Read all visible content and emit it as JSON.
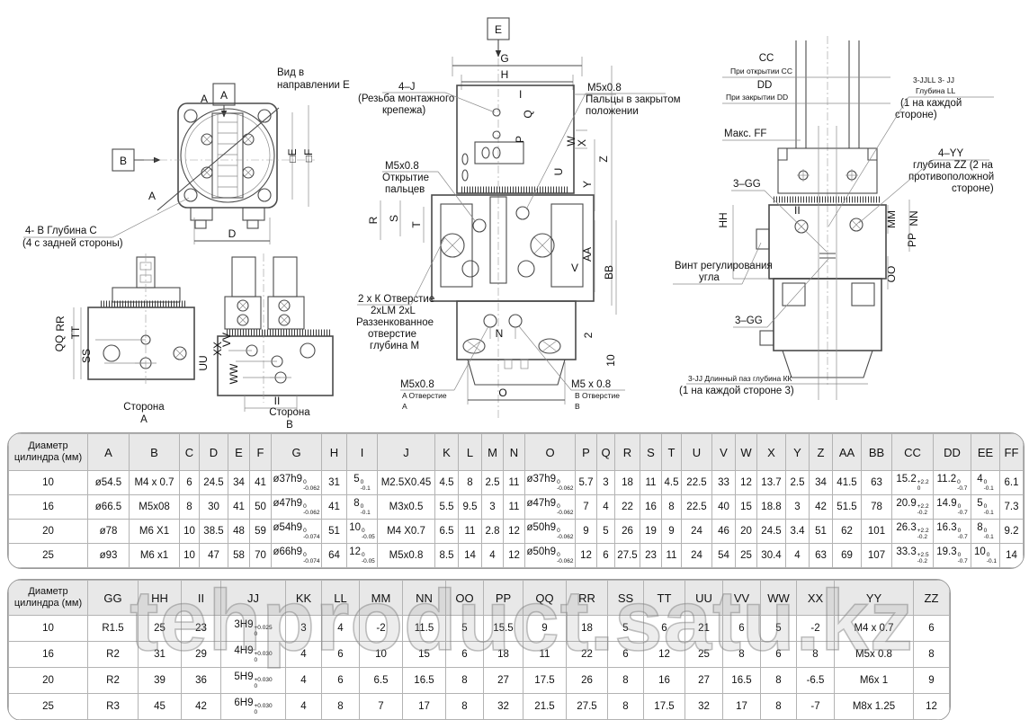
{
  "watermark": "tehproduct.satu.kz",
  "drawings": {
    "front": {
      "ref_a": "A",
      "ref_b": "B",
      "sec_a1": "A",
      "sec_a2": "A",
      "view_line1": "Вид в",
      "view_line2": "направлении E",
      "callout_line1": "4- В Глубина С",
      "callout_line2": "(4 с задней стороны)",
      "dim_d": "D",
      "dim_e": "□E",
      "dim_f": "□F"
    },
    "side_a": {
      "dim_qq": "QQ",
      "dim_rr": "RR",
      "dim_tt": "TT",
      "dim_ss": "SS",
      "title1": "Сторона",
      "title2": "А"
    },
    "side_b": {
      "dim_uu": "UU",
      "dim_xx": "XX",
      "dim_vv": "VV",
      "dim_ww": "WW",
      "dim_ii": "II",
      "title1": "Сторона",
      "title2": "В"
    },
    "elevation": {
      "ref_e": "E",
      "dim_g": "G",
      "dim_h": "H",
      "dim_i": "I",
      "dim_q": "Q",
      "dim_p": "P",
      "dim_w": "W",
      "dim_x": "X",
      "dim_z": "Z",
      "dim_u": "U",
      "dim_y": "Y",
      "dim_r": "R",
      "dim_s": "S",
      "dim_t": "T",
      "dim_v": "V",
      "dim_aa": "AA",
      "dim_bb": "BB",
      "dim_n": "N",
      "dim_o": "O",
      "dim_2": "2",
      "dim_10": "10",
      "callout_4j_1": "4–J",
      "callout_4j_2": "(Резьба монтажного",
      "callout_4j_3": "крепежа)",
      "closed_1": "M5x0.8",
      "closed_2": "Пальцы в закрытом",
      "closed_3": "положении",
      "open_1": "M5x0.8",
      "open_2": "Открытие",
      "open_3": "пальцев",
      "cb_1": "2 x К Отверстие",
      "cb_2": "2xLM 2xL",
      "cb_3": "Раззенкованное",
      "cb_4": "отверстие",
      "cb_5": "глубина М",
      "hole_a_1": "M5x0.8",
      "hole_a_2": "A  Отверстие",
      "hole_a_3": "A",
      "hole_b_1": "M5 x 0.8",
      "hole_b_2": "B  Отверстие",
      "hole_b_3": "B"
    },
    "side_right": {
      "cc": "CC",
      "cc_label": "При открытии СС",
      "dd": "DD",
      "dd_label": "При закрытии DD",
      "jj_1": "3-JJLL 3- JJ",
      "jj_2": "Глубина LL",
      "jj_3": "(1 на каждой",
      "jj_4": "стороне)",
      "max_ff": "Макс. FF",
      "yy_1": "4–YY",
      "yy_2": "глубина ZZ (2 на",
      "yy_3": "противоположной",
      "yy_4": "стороне)",
      "gg_top": "3–GG",
      "gg_bottom": "3–GG",
      "dim_hh": "HH",
      "dim_ii": "II",
      "dim_mm": "MM",
      "dim_nn": "NN",
      "dim_pp": "PP",
      "dim_oo": "OO",
      "screw_1": "Винт регулирования",
      "screw_2": "угла",
      "slot_1": "3-JJ Длинный паз глубина КК",
      "slot_2": "(1 на каждой стороне 3)"
    }
  },
  "table1": {
    "corner": "Диаметр цилиндра (мм)",
    "columns": [
      "A",
      "B",
      "C",
      "D",
      "E",
      "F",
      "G",
      "H",
      "I",
      "J",
      "K",
      "L",
      "M",
      "N",
      "O",
      "P",
      "Q",
      "R",
      "S",
      "T",
      "U",
      "V",
      "W",
      "X",
      "Y",
      "Z",
      "AA",
      "BB",
      "CC",
      "DD",
      "EE",
      "FF"
    ],
    "rows": [
      {
        "dia": "10",
        "cells": [
          "ø54.5",
          "M4 x 0.7",
          "6",
          "24.5",
          "34",
          "41",
          {
            "v": "ø37h9",
            "sup": "0",
            "sub": "-0.062"
          },
          "31",
          {
            "v": "5",
            "sup": "0",
            "sub": "-0.1"
          },
          "M2.5X0.45",
          "4.5",
          "8",
          "2.5",
          "11",
          {
            "v": "ø37h9",
            "sup": "0",
            "sub": "-0.062"
          },
          "5.7",
          "3",
          "18",
          "11",
          "4.5",
          "22.5",
          "33",
          "12",
          "13.7",
          "2.5",
          "34",
          "41.5",
          "63",
          {
            "v": "15.2",
            "sup": "+2.2",
            "sub": "0"
          },
          {
            "v": "11.2",
            "sup": "0",
            "sub": "-0.7"
          },
          {
            "v": "4",
            "sup": "0",
            "sub": "-0.1"
          },
          "6.1"
        ]
      },
      {
        "dia": "16",
        "cells": [
          "ø66.5",
          "M5x08",
          "8",
          "30",
          "41",
          "50",
          {
            "v": "ø47h9",
            "sup": "0",
            "sub": "-0.062"
          },
          "41",
          {
            "v": "8",
            "sup": "0",
            "sub": "-0.1"
          },
          "M3x0.5",
          "5.5",
          "9.5",
          "3",
          "11",
          {
            "v": "ø47h9",
            "sup": "0",
            "sub": "-0.062"
          },
          "7",
          "4",
          "22",
          "16",
          "8",
          "22.5",
          "40",
          "15",
          "18.8",
          "3",
          "42",
          "51.5",
          "78",
          {
            "v": "20.9",
            "sup": "+2.2",
            "sub": "-0.2"
          },
          {
            "v": "14.9",
            "sup": "0",
            "sub": "-0.7"
          },
          {
            "v": "5",
            "sup": "0",
            "sub": "-0.1"
          },
          "7.3"
        ]
      },
      {
        "dia": "20",
        "cells": [
          "ø78",
          "M6 X1",
          "10",
          "38.5",
          "48",
          "59",
          {
            "v": "ø54h9",
            "sup": "0",
            "sub": "-0.074"
          },
          "51",
          {
            "v": "10",
            "sup": "0",
            "sub": "-0.05"
          },
          "M4 X0.7",
          "6.5",
          "11",
          "2.8",
          "12",
          {
            "v": "ø50h9",
            "sup": "0",
            "sub": "-0.062"
          },
          "9",
          "5",
          "26",
          "19",
          "9",
          "24",
          "46",
          "20",
          "24.5",
          "3.4",
          "51",
          "62",
          "101",
          {
            "v": "26.3",
            "sup": "+2.2",
            "sub": "-0.2"
          },
          {
            "v": "16.3",
            "sup": "0",
            "sub": "-0.7"
          },
          {
            "v": "8",
            "sup": "0",
            "sub": "-0.1"
          },
          "9.2"
        ]
      },
      {
        "dia": "25",
        "cells": [
          "ø93",
          "M6 x1",
          "10",
          "47",
          "58",
          "70",
          {
            "v": "ø66h9",
            "sup": "0",
            "sub": "-0.074"
          },
          "64",
          {
            "v": "12",
            "sup": "0",
            "sub": "-0.05"
          },
          "M5x0.8",
          "8.5",
          "14",
          "4",
          "12",
          {
            "v": "ø50h9",
            "sup": "0",
            "sub": "-0.062"
          },
          "12",
          "6",
          "27.5",
          "23",
          "11",
          "24",
          "54",
          "25",
          "30.4",
          "4",
          "63",
          "69",
          "107",
          {
            "v": "33.3",
            "sup": "+2.5",
            "sub": "-0.2"
          },
          {
            "v": "19.3",
            "sup": "0",
            "sub": "-0.7"
          },
          {
            "v": "10",
            "sup": "0",
            "sub": "-0.1"
          },
          "14"
        ]
      }
    ]
  },
  "table2": {
    "corner": "Диаметр цилиндра (мм)",
    "columns": [
      "GG",
      "HH",
      "II",
      "JJ",
      "KK",
      "LL",
      "MM",
      "NN",
      "OO",
      "PP",
      "QQ",
      "RR",
      "SS",
      "TT",
      "UU",
      "VV",
      "WW",
      "XX",
      "YY",
      "ZZ"
    ],
    "rows": [
      {
        "dia": "10",
        "cells": [
          "R1.5",
          "25",
          "23",
          {
            "v": "3H9",
            "sup": "+0.025",
            "sub": "0"
          },
          "3",
          "4",
          "-2",
          "11.5",
          "5",
          "15.5",
          "9",
          "18",
          "5",
          "6",
          "21",
          "6",
          "5",
          "-2",
          "M4 x 0.7",
          "6"
        ]
      },
      {
        "dia": "16",
        "cells": [
          "R2",
          "31",
          "29",
          {
            "v": "4H9",
            "sup": "+0.030",
            "sub": "0"
          },
          "4",
          "6",
          "10",
          "15",
          "6",
          "18",
          "11",
          "22",
          "6",
          "12",
          "25",
          "8",
          "6",
          "8",
          "M5x 0.8",
          "8"
        ]
      },
      {
        "dia": "20",
        "cells": [
          "R2",
          "39",
          "36",
          {
            "v": "5H9",
            "sup": "+0.030",
            "sub": "0"
          },
          "4",
          "6",
          "6.5",
          "16.5",
          "8",
          "27",
          "17.5",
          "26",
          "8",
          "16",
          "27",
          "16.5",
          "8",
          "-6.5",
          "M6x 1",
          "9"
        ]
      },
      {
        "dia": "25",
        "cells": [
          "R3",
          "45",
          "42",
          {
            "v": "6H9",
            "sup": "+0.030",
            "sub": "0"
          },
          "4",
          "8",
          "7",
          "17",
          "8",
          "32",
          "21.5",
          "27.5",
          "8",
          "17.5",
          "32",
          "17",
          "8",
          "-7",
          "M8x 1.25",
          "12"
        ]
      }
    ]
  }
}
